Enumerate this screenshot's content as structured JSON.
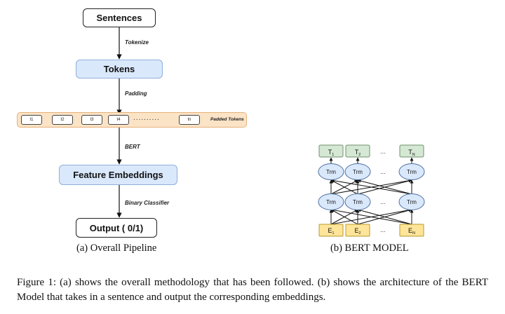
{
  "pipeline": {
    "sentences": "Sentences",
    "tokenize": "Tokenize",
    "tokens": "Tokens",
    "padding": "Padding",
    "token_items": [
      "t1",
      "t2",
      "t3",
      "t4",
      "tn"
    ],
    "dots": "..........",
    "padded_tokens": "Padded Tokens",
    "bert": "BERT",
    "feature_embeddings": "Feature Embeddings",
    "binary_classifier": "Binary Classifier",
    "output": "Output ( 0/1)",
    "caption": "(a) Overall Pipeline"
  },
  "bert": {
    "outputs": [
      {
        "base": "T",
        "sub": "1"
      },
      {
        "base": "T",
        "sub": "2"
      },
      {
        "base": "T",
        "sub": "N"
      }
    ],
    "layer_label": "Trm",
    "inputs": [
      {
        "base": "E",
        "sub": "1"
      },
      {
        "base": "E",
        "sub": "2"
      },
      {
        "base": "E",
        "sub": "N"
      }
    ],
    "ellipsis": "...",
    "caption": "(b) BERT MODEL"
  },
  "figure_caption": "Figure 1: (a) shows the overall methodology that has been followed. (b) shows the architecture of the BERT Model that takes in a sentence and output the corresponding embeddings.",
  "colors": {
    "blue_fill": "#dae8fc",
    "orange_fill": "#fbe3c6",
    "green_fill": "#d5e8d4",
    "yellow_fill": "#ffe599"
  }
}
